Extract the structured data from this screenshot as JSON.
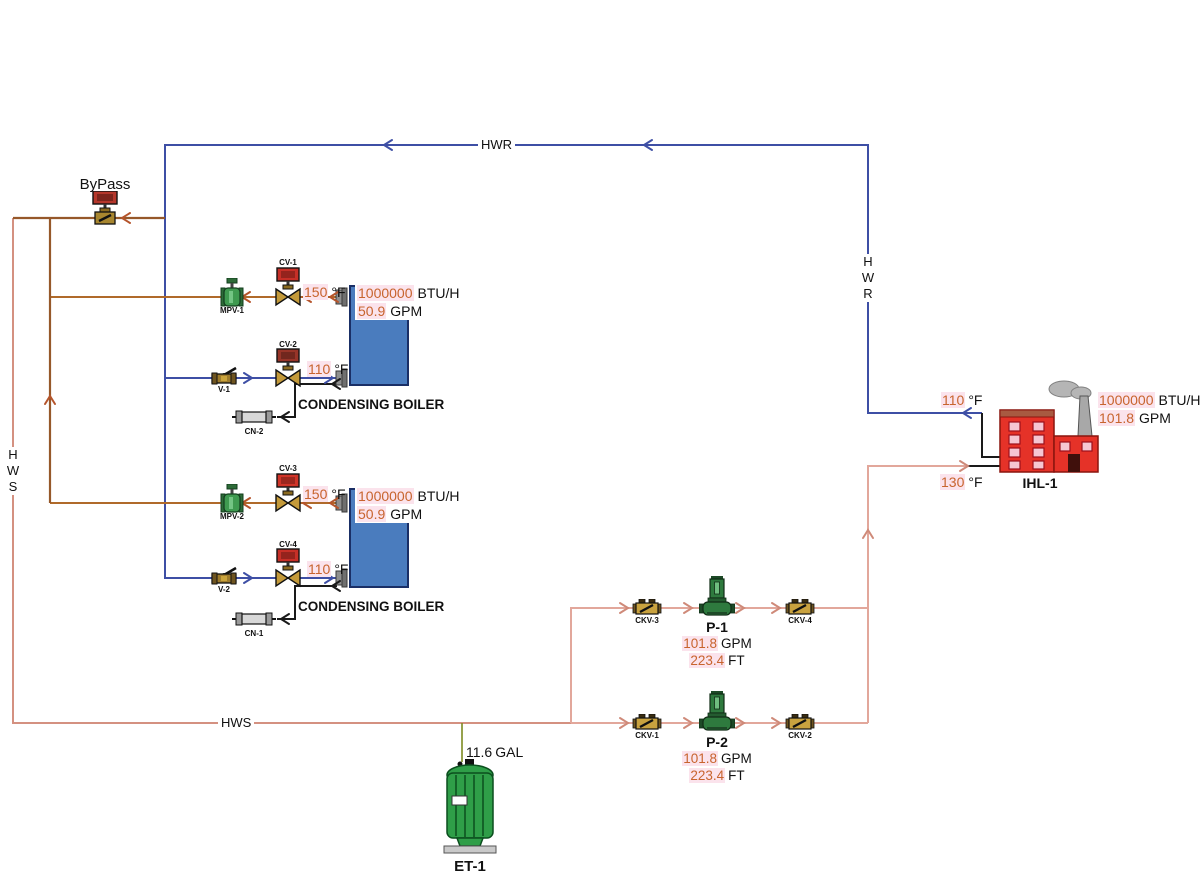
{
  "units": {
    "deg": "°F",
    "btu": "BTU/H",
    "gpm": "GPM",
    "ft": "FT",
    "gal": "GAL"
  },
  "pipes": {
    "hwr": "HWR",
    "hws": "HWS",
    "hwr_vertical": "H\nW\nR",
    "hws_vertical": "H\nW\nS"
  },
  "bypass": {
    "label": "ByPass"
  },
  "boiler1": {
    "name": "CONDENSING BOILER",
    "btu": "1000000",
    "gpm": "50.9",
    "supply_temp": "150",
    "return_temp": "110"
  },
  "boiler2": {
    "name": "CONDENSING BOILER",
    "btu": "1000000",
    "gpm": "50.9",
    "supply_temp": "150",
    "return_temp": "110"
  },
  "valves": {
    "cv1": "CV-1",
    "cv2": "CV-2",
    "cv3": "CV-3",
    "cv4": "CV-4",
    "mpv1": "MPV-1",
    "mpv2": "MPV-2",
    "v1": "V-1",
    "v2": "V-2",
    "ckv1": "CKV-1",
    "ckv2": "CKV-2",
    "ckv3": "CKV-3",
    "ckv4": "CKV-4",
    "cn1": "CN-1",
    "cn2": "CN-2"
  },
  "pumps": {
    "p1": {
      "name": "P-1",
      "gpm": "101.8",
      "head": "223.4"
    },
    "p2": {
      "name": "P-2",
      "gpm": "101.8",
      "head": "223.4"
    }
  },
  "tank": {
    "name": "ET-1",
    "volume": "11.6"
  },
  "load": {
    "name": "IHL-1",
    "btu": "1000000",
    "gpm": "101.8",
    "supply_temp": "130",
    "return_temp": "110"
  },
  "colors": {
    "pipe_hwr_blue": "#3e4fa5",
    "pipe_boiler_return": "#b06a2a",
    "pipe_header_brown": "#96582a",
    "pipe_hws_salmon": "#d49181",
    "pipe_pump_loop": "#e2a79b",
    "value_text": "#c8642e",
    "value_highlight": "#fbe3ec",
    "boiler_fill": "#4a7cbe",
    "equipment_green": "#2e7a3e",
    "factory_red": "#e53228"
  }
}
